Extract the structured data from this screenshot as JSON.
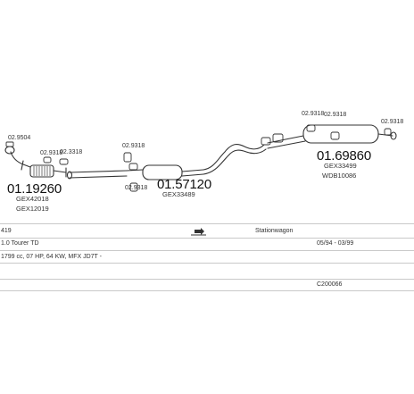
{
  "parts": {
    "front": {
      "code": "01.19260",
      "refs": [
        "GEX42018",
        "GEX12019"
      ]
    },
    "middle": {
      "code": "01.57120",
      "refs": [
        "GEX33489"
      ]
    },
    "rear": {
      "code": "01.69860",
      "refs": [
        "GEX33499",
        "WDB10086"
      ]
    },
    "fittings": [
      "02.9504",
      "02.9318",
      "02.3318",
      "02.9318",
      "02.9318",
      "02.9318",
      "02.9318",
      "02.9318"
    ]
  },
  "info": {
    "row1": {
      "model": "419",
      "body": "Stationwagon"
    },
    "row2": {
      "version": "1.0 Tourer TD",
      "dates": "05/94 - 03/99"
    },
    "row3": {
      "engine": "1799 cc, 07 HP, 64 KW, MFX JD7T -"
    },
    "row4": {
      "ref": "C200066"
    }
  },
  "colors": {
    "line": "#333333",
    "rule": "#c9c9c9",
    "hatch": "#555555"
  }
}
